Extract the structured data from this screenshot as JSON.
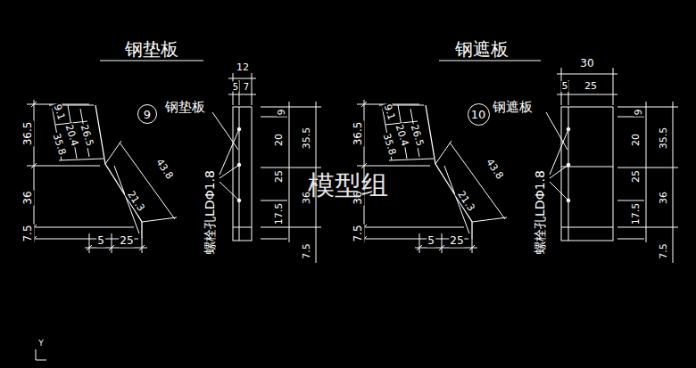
{
  "diagram": {
    "nodes": [
      {
        "text": [
          "9"
        ]
      },
      {
        "text": [
          "10"
        ]
      }
    ],
    "labels": [
      "钢垫板",
      "36.5",
      "36",
      "7.5",
      "9.1",
      "20.4",
      "26.5",
      "35.8",
      "43.8",
      "21.3",
      "5",
      "25",
      "钢垫板",
      "12",
      "5",
      "7",
      "螺栓孔LDΦ1.8",
      "9",
      "20",
      "35.5",
      "25",
      "36",
      "17.5",
      "7.5",
      "钢遮板",
      "36.5",
      "36",
      "7.5",
      "9.1",
      "20.4",
      "26.5",
      "35.8",
      "43.8",
      "21.3",
      "5",
      "25",
      "钢遮板",
      "30",
      "5",
      "25",
      "螺栓孔LDΦ1.8",
      "9",
      "20",
      "35.5",
      "25",
      "36",
      "17.5",
      "7.5",
      "模型组",
      "Y"
    ]
  }
}
